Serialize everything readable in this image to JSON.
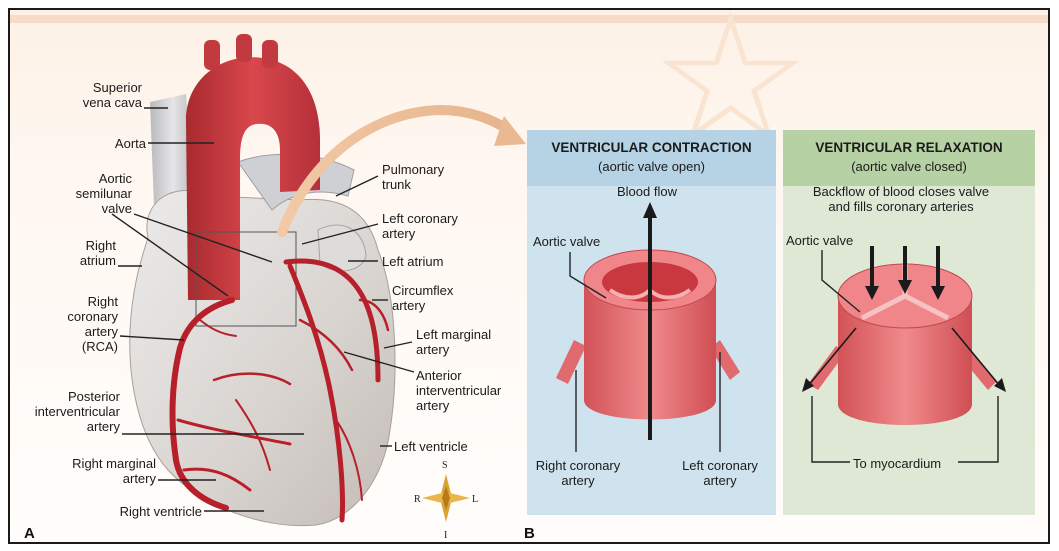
{
  "panel_a": {
    "letter": "A",
    "labels": {
      "superior_vena_cava": "Superior\nvena cava",
      "aorta": "Aorta",
      "aortic_semilunar_valve": "Aortic\nsemilunar\nvalve",
      "right_atrium": "Right\natrium",
      "right_coronary_artery": "Right\ncoronary\nartery\n(RCA)",
      "posterior_interventricular_artery": "Posterior\ninterventricular\nartery",
      "right_marginal_artery": "Right marginal\nartery",
      "right_ventricle": "Right ventricle",
      "pulmonary_trunk": "Pulmonary\ntrunk",
      "left_coronary_artery": "Left coronary\nartery",
      "left_atrium": "Left atrium",
      "circumflex_artery": "Circumflex\nartery",
      "left_marginal_artery": "Left marginal\nartery",
      "anterior_interventricular_artery": "Anterior\ninterventricular\nartery",
      "left_ventricle": "Left ventricle"
    },
    "compass": {
      "s": "S",
      "i": "I",
      "r": "R",
      "l": "L"
    }
  },
  "panel_b": {
    "letter": "B",
    "contraction": {
      "title": "VENTRICULAR CONTRACTION",
      "subtitle": "(aortic valve open)",
      "blood_flow": "Blood flow",
      "aortic_valve": "Aortic valve",
      "right_coronary": "Right coronary\nartery",
      "left_coronary": "Left coronary\nartery"
    },
    "relaxation": {
      "title": "VENTRICULAR RELAXATION",
      "subtitle": "(aortic valve closed)",
      "backflow": "Backflow of blood closes valve\nand fills coronary arteries",
      "aortic_valve": "Aortic valve",
      "to_myocardium": "To myocardium"
    }
  },
  "colors": {
    "heart_body": "#d9d4d0",
    "aorta_red": "#c8353a",
    "artery_red": "#b7202a",
    "vein_gray": "#c9cacd",
    "valve_pink": "#e2676b"
  }
}
